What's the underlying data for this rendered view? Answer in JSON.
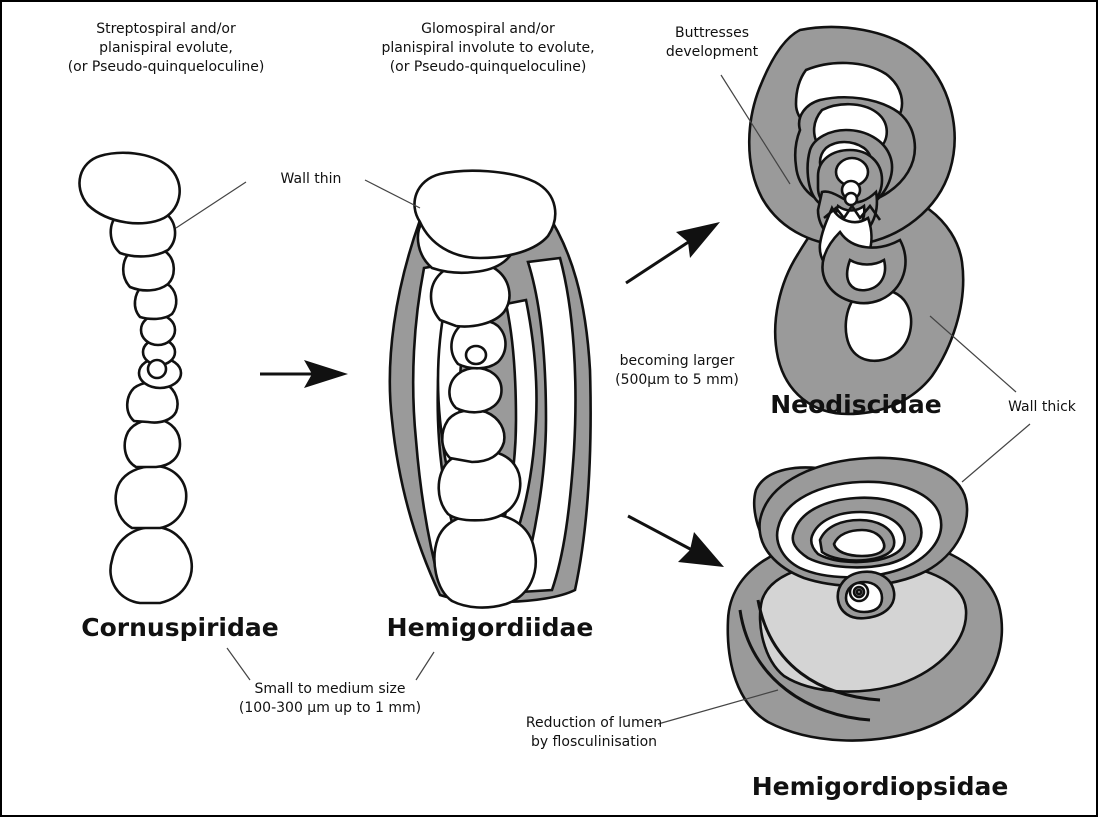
{
  "labels": {
    "corn_desc": [
      "Streptospiral and/or",
      "planispiral evolute,",
      "(or Pseudo-quinqueloculine)"
    ],
    "hemi_desc": [
      "Glomospiral and/or",
      "planispiral involute to evolute,",
      "(or Pseudo-quinqueloculine)"
    ],
    "buttress": [
      "Buttresses",
      "development"
    ],
    "wall_thin": "Wall thin",
    "becoming": [
      "becoming larger",
      "(500µm to 5 mm)"
    ],
    "wall_thick": "Wall thick",
    "small": [
      "Small to medium size",
      "(100-300 µm up to 1 mm)"
    ],
    "reduction": [
      "Reduction of lumen",
      "by flosculinisation"
    ]
  },
  "taxa": {
    "cornuspiridae": "Cornuspiridae",
    "hemigordiidae": "Hemigordiidae",
    "neodiscidae": "Neodiscidae",
    "hemigordiopsidae": "Hemigordiopsidae"
  },
  "colors": {
    "wall_fill": "#9a9a9a",
    "light_fill": "#d4d4d4",
    "outline": "#111111",
    "border": "#000000"
  }
}
